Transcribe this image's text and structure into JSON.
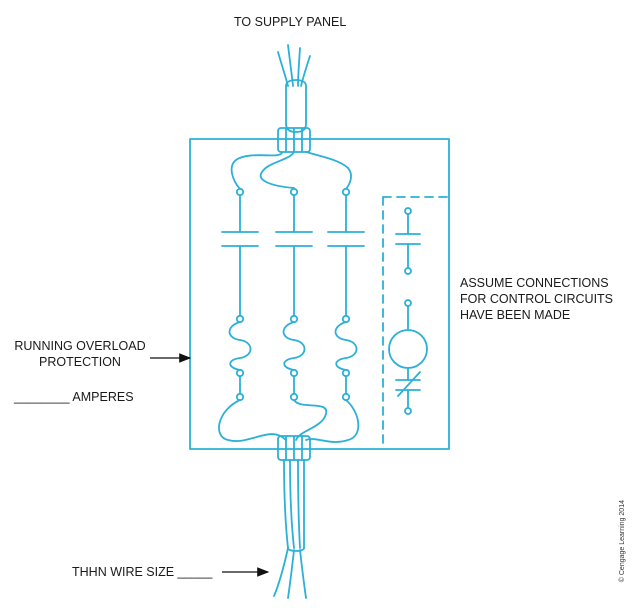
{
  "labels": {
    "supply": "TO SUPPLY PANEL",
    "assume_line1": "ASSUME CONNECTIONS",
    "assume_line2": "FOR CONTROL CIRCUITS",
    "assume_line3": "HAVE BEEN MADE",
    "overload_line1": "RUNNING OVERLOAD",
    "overload_line2": "PROTECTION",
    "amperes": "________ AMPERES",
    "wire_size": "THHN WIRE SIZE _____",
    "copyright": "© Cengage Learning 2014"
  },
  "colors": {
    "line": "#2bb0d8",
    "text": "#1a1a1a",
    "arrow": "#111111"
  }
}
